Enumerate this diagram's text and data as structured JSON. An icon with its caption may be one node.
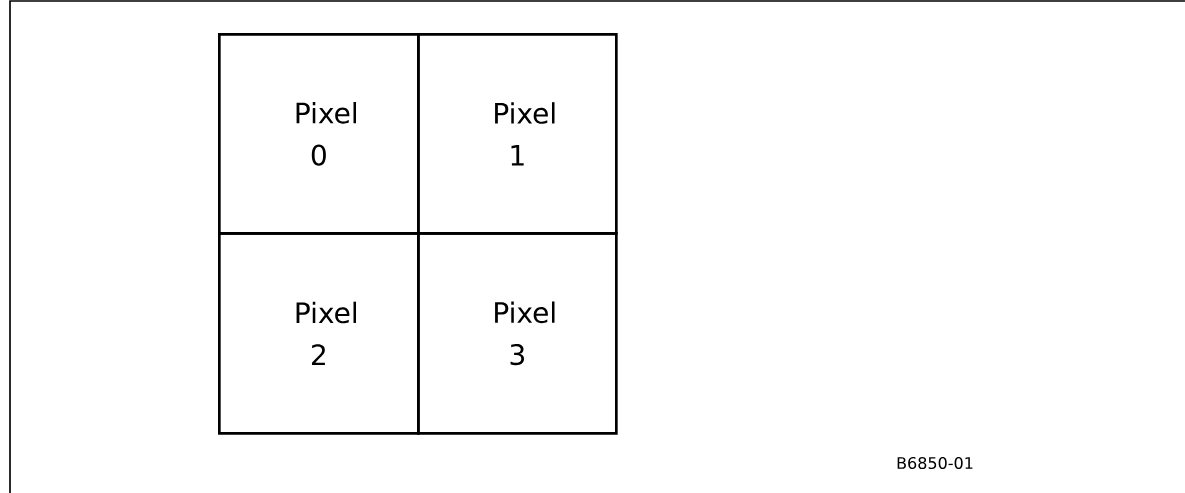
{
  "diagram": {
    "nodes": [
      {
        "text": [
          "Pixel 0"
        ]
      },
      {
        "text": [
          "Pixel 1"
        ]
      },
      {
        "text": [
          "Pixel 2"
        ]
      },
      {
        "text": [
          "Pixel 3"
        ]
      }
    ],
    "labels": [
      "B6850-01"
    ]
  }
}
